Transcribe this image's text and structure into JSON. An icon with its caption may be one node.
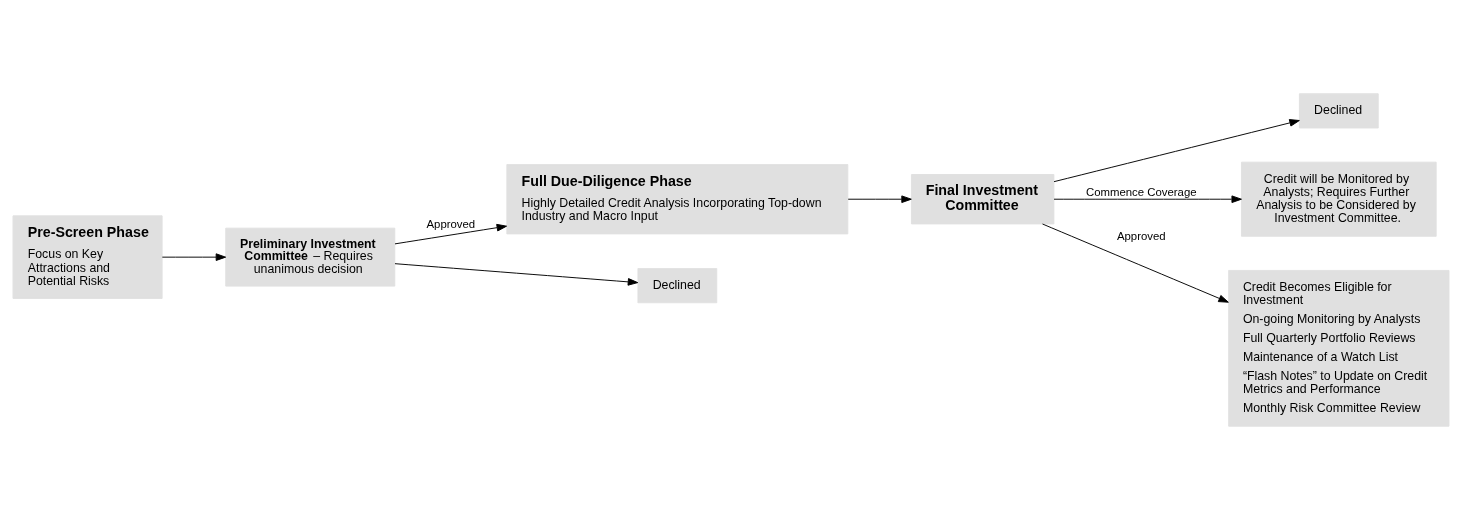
{
  "diagram": {
    "nodes": [
      {
        "text": [
          "Pre-Screen Phase",
          "Focus on Key Attractions and Potential Risks"
        ]
      },
      {
        "text": [
          "**Preliminary Investment Committee** – Requires unanimous decision"
        ]
      },
      {
        "text": [
          "Full Due-Diligence Phase",
          "Highly Detailed Credit Analysis Incorporating Top-down Industry and Macro Input"
        ]
      },
      {
        "text": [
          "Declined"
        ]
      },
      {
        "text": [
          "Final Investment Committee"
        ]
      },
      {
        "text": [
          "Declined"
        ]
      },
      {
        "text": [
          "Credit will be Monitored by Analysts; Requires Further Analysis to be Considered by Investment Committee."
        ]
      },
      {
        "text": [
          "Credit Becomes Eligible for Investment",
          "On-going Monitoring by Analysts",
          "Full Quarterly Portfolio Reviews",
          "Maintenance of a Watch List",
          "“Flash Notes” to Update on Credit Metrics and Performance",
          "Monthly Risk Committee Review"
        ]
      }
    ],
    "edges": [
      {
        "from": 0,
        "to": 1,
        "arrow": "to"
      },
      {
        "from": 1,
        "to": 2,
        "arrow": "to",
        "label": "Approved"
      },
      {
        "from": 2,
        "to": 4,
        "arrow": "to"
      },
      {
        "from": 4,
        "to": 3,
        "arrow": "to"
      },
      {
        "from": 1,
        "to": 5,
        "arrow": "to"
      },
      {
        "from": 4,
        "to": 6,
        "arrow": "to",
        "label": "Commence Coverage"
      },
      {
        "from": 4,
        "to": 7,
        "arrow": "to",
        "label": "Approved"
      }
    ]
  }
}
